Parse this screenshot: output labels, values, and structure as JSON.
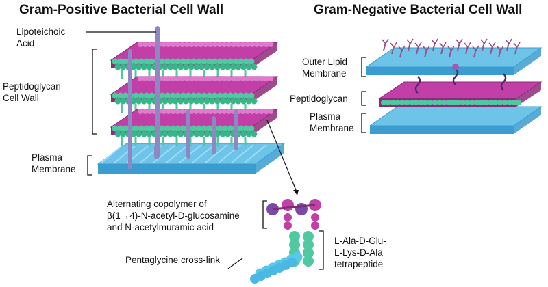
{
  "gram_positive": {
    "title": "Gram-Positive Bacterial Cell Wall",
    "labels": {
      "lipoteichoic": [
        "Lipoteichoic",
        "Acid"
      ],
      "peptidoglycan": [
        "Peptidoglycan",
        "Cell Wall"
      ],
      "plasma": [
        "Plasma",
        "Membrane"
      ]
    }
  },
  "gram_negative": {
    "title": "Gram-Negative Bacterial Cell Wall",
    "labels": {
      "outer": [
        "Outer Lipid",
        "Membrane"
      ],
      "peptidoglycan": [
        "Peptidoglycan"
      ],
      "plasma": [
        "Plasma",
        "Membrane"
      ]
    }
  },
  "detail": {
    "copolymer": [
      "Alternating copolymer of",
      "β(1→4)-N-acetyl-D-glucosamine",
      "and N-acetylmuramic acid"
    ],
    "tetrapeptide": [
      "L-Ala-D-Glu-",
      "L-Lys-D-Ala",
      "tetrapeptide"
    ],
    "crosslink": "Pentaglycine cross-link"
  },
  "colors": {
    "membrane": "#6ec3e8",
    "membrane_dark": "#3a9ccf",
    "magenta": "#c23fa8",
    "green": "#4fc9a0",
    "purple": "#7a4aa6",
    "rod": "#8f87c2",
    "lps": "#9b4f86"
  }
}
